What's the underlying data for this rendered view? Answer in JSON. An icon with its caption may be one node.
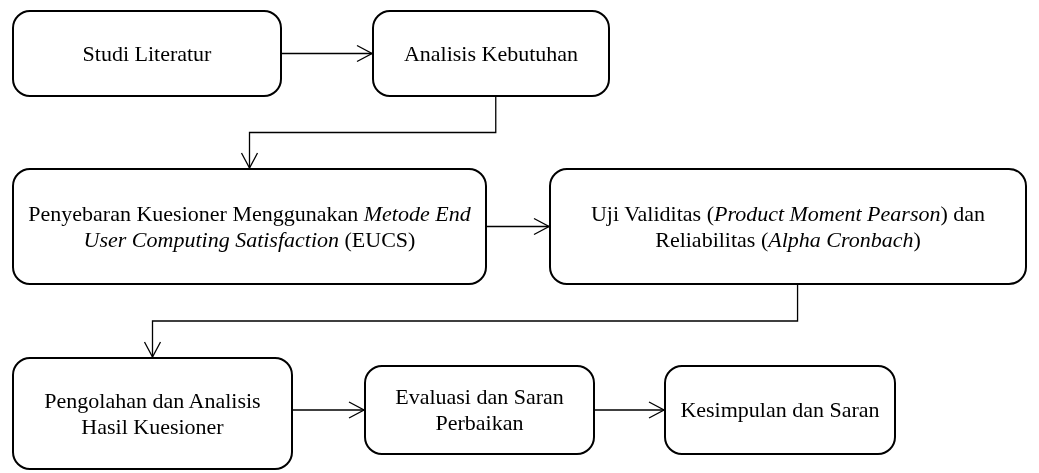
{
  "diagram": {
    "nodes": [
      {
        "text": [
          "Studi Literatur"
        ]
      },
      {
        "text": [
          "Analisis Kebutuhan"
        ]
      },
      {
        "text": [
          "Penyebaran Kuesioner Menggunakan *Metode End User Computing Satisfaction* (EUCS)"
        ]
      },
      {
        "text": [
          "Uji Validitas (*Product Moment Pearson*) dan Reliabilitas (*Alpha Cronbach*)"
        ]
      },
      {
        "text": [
          "Pengolahan dan Analisis Hasil Kuesioner"
        ]
      },
      {
        "text": [
          "Evaluasi dan Saran Perbaikan"
        ]
      },
      {
        "text": [
          "Kesimpulan dan Saran"
        ]
      }
    ],
    "edges": [
      {
        "from": 0,
        "to": 1,
        "arrow": "to"
      },
      {
        "from": 1,
        "to": 2,
        "arrow": "to"
      },
      {
        "from": 2,
        "to": 3,
        "arrow": "to"
      },
      {
        "from": 3,
        "to": 4,
        "arrow": "to"
      },
      {
        "from": 4,
        "to": 5,
        "arrow": "to"
      },
      {
        "from": 5,
        "to": 6,
        "arrow": "to"
      }
    ]
  }
}
